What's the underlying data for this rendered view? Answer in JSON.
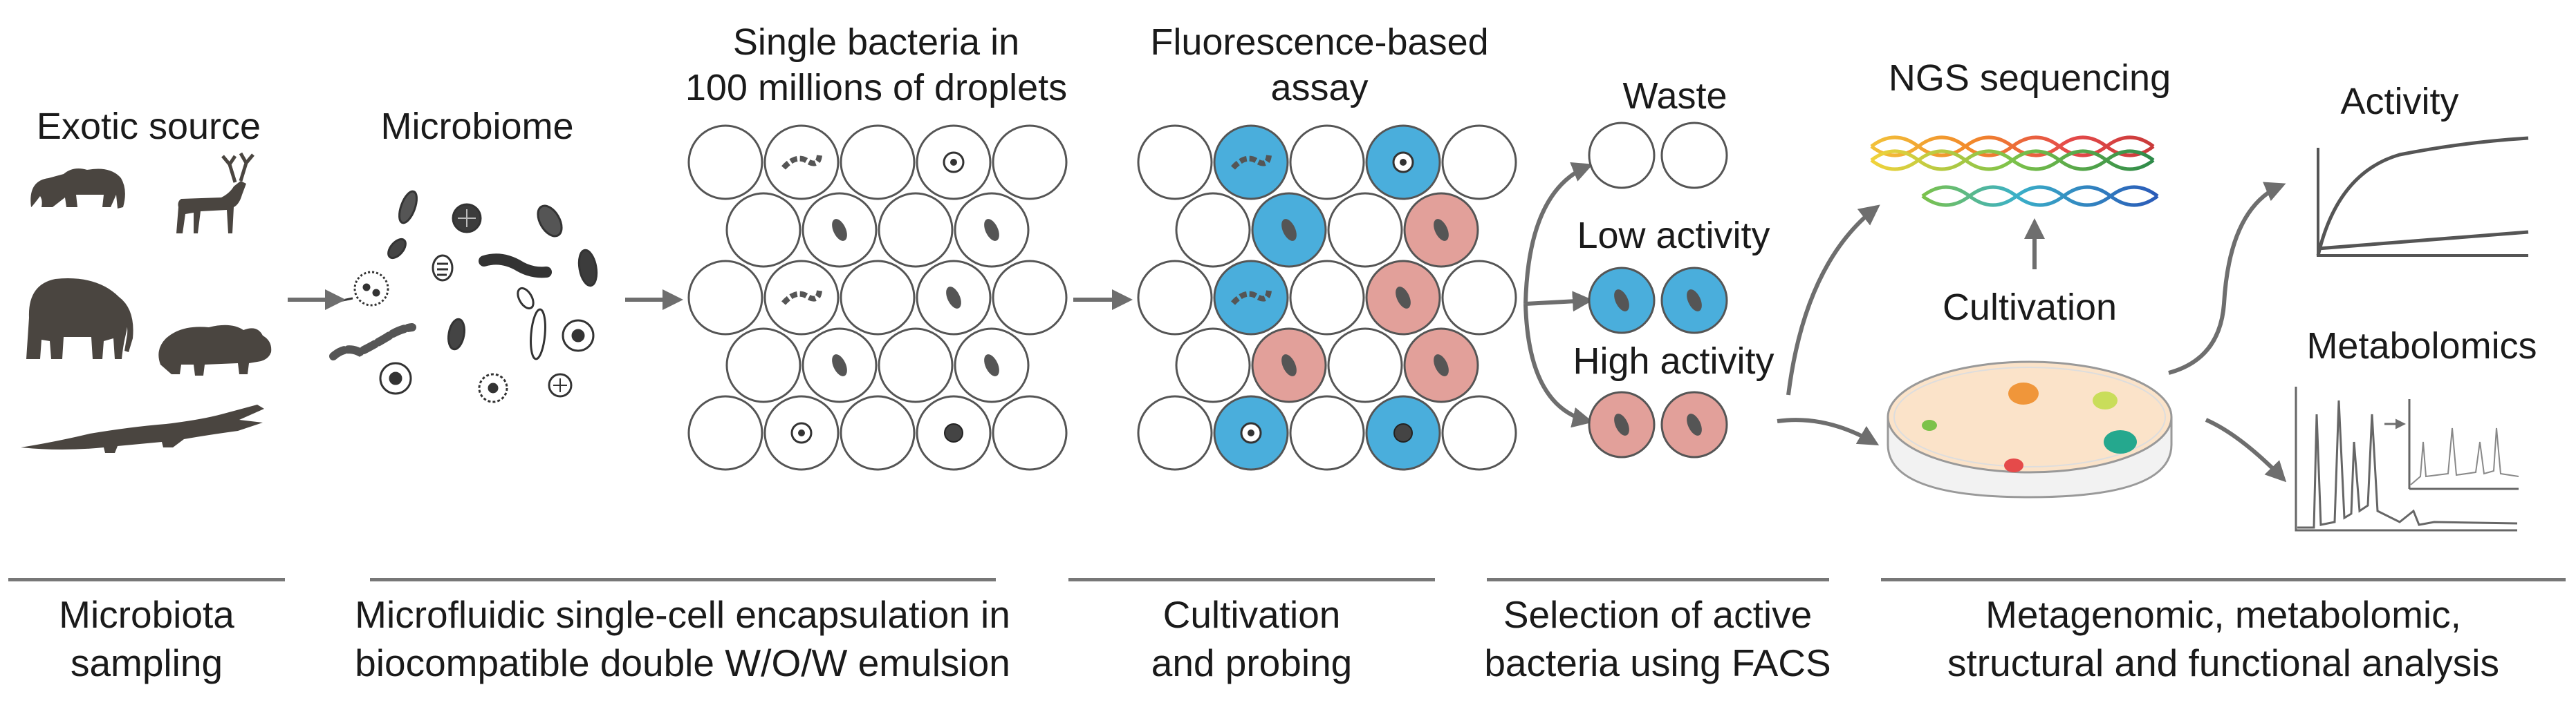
{
  "top_labels": {
    "exotic_source": "Exotic source",
    "microbiome": "Microbiome",
    "single_bacteria": "Single bacteria in\n100 millions of droplets",
    "fluorescence": "Fluorescence-based\nassay",
    "waste": "Waste",
    "low_activity": "Low activity",
    "high_activity": "High activity",
    "ngs": "NGS sequencing",
    "cultivation": "Cultivation",
    "activity": "Activity",
    "metabolomics": "Metabolomics"
  },
  "stages": [
    {
      "line1": "Microbiota",
      "line2": "sampling"
    },
    {
      "line1": "Microfluidic single-cell encapsulation in",
      "line2": "biocompatible double W/O/W emulsion"
    },
    {
      "line1": "Cultivation",
      "line2": "and probing"
    },
    {
      "line1": "Selection of active",
      "line2": "bacteria using FACS"
    },
    {
      "line1": "Metagenomic, metabolomic,",
      "line2": "structural and functional analysis"
    }
  ],
  "colors": {
    "low_activity": "#4aaedc",
    "high_activity": "#e2a09a",
    "silhouette": "#4a4540",
    "arrow": "#6e6e6e",
    "dish": "#fbe3c9"
  }
}
